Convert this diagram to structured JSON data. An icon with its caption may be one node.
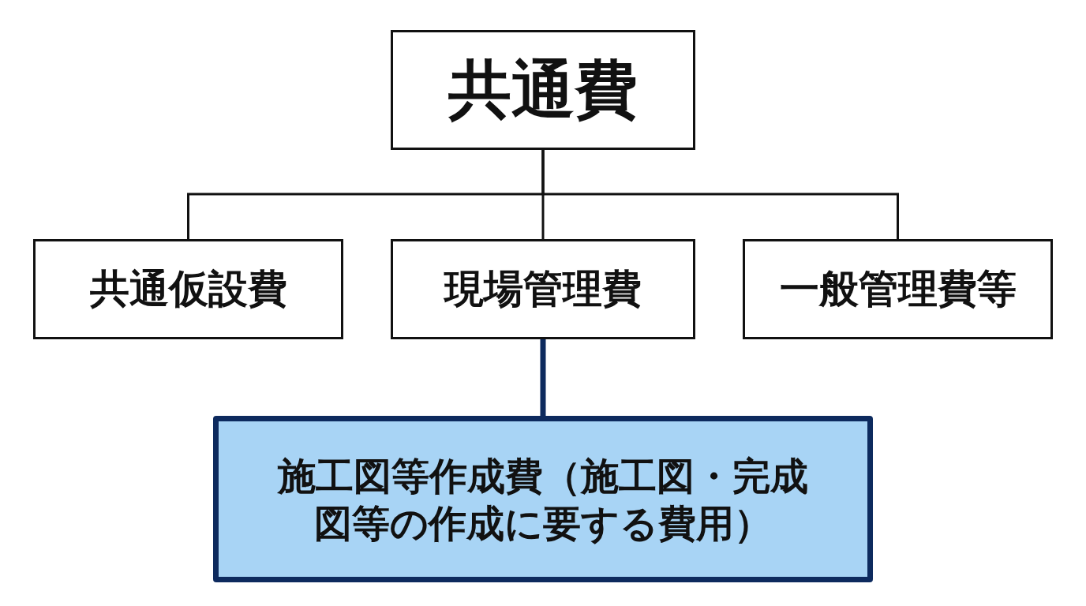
{
  "diagram": {
    "nodes": [
      {
        "text": [
          "共通費"
        ]
      },
      {
        "text": [
          "共通仮設費"
        ]
      },
      {
        "text": [
          "現場管理費"
        ]
      },
      {
        "text": [
          "一般管理費等"
        ]
      },
      {
        "text": [
          "施工図等作成費（施工図・完成図等の作成に要する費用）"
        ]
      }
    ],
    "edges": [
      {
        "from": 0,
        "to": 1,
        "arrow": "none"
      },
      {
        "from": 0,
        "to": 2,
        "arrow": "none"
      },
      {
        "from": 0,
        "to": 3,
        "arrow": "none"
      },
      {
        "from": 2,
        "to": 4,
        "arrow": "none",
        "style": "thick",
        "color": "#0d2a5e"
      }
    ]
  }
}
